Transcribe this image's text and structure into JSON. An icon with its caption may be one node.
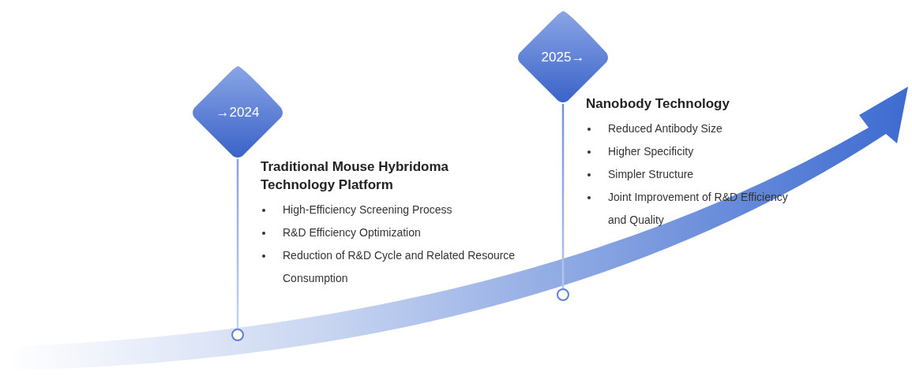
{
  "diagram": {
    "nodes": [
      {
        "text": [
          "→2024"
        ],
        "beside": [
          "Traditional Mouse Hybridoma Technology Platform",
          "High-Efficiency Screening Process",
          "R&D Efficiency Optimization",
          "Reduction of R&D Cycle and Related Resource Consumption"
        ]
      },
      {
        "text": [],
        "shape": "circle"
      },
      {
        "text": [
          "2025→"
        ],
        "beside": [
          "Nanobody Technology",
          "Reduced Antibody Size",
          "Higher Specificity",
          "Simpler Structure",
          "Joint Improvement of R&D Efficiency and Quality"
        ]
      },
      {
        "text": [],
        "shape": "circle"
      }
    ],
    "edges": [
      {
        "from": 0,
        "to": 1,
        "arrow": "none"
      },
      {
        "from": 2,
        "to": 3,
        "arrow": "none"
      }
    ]
  }
}
